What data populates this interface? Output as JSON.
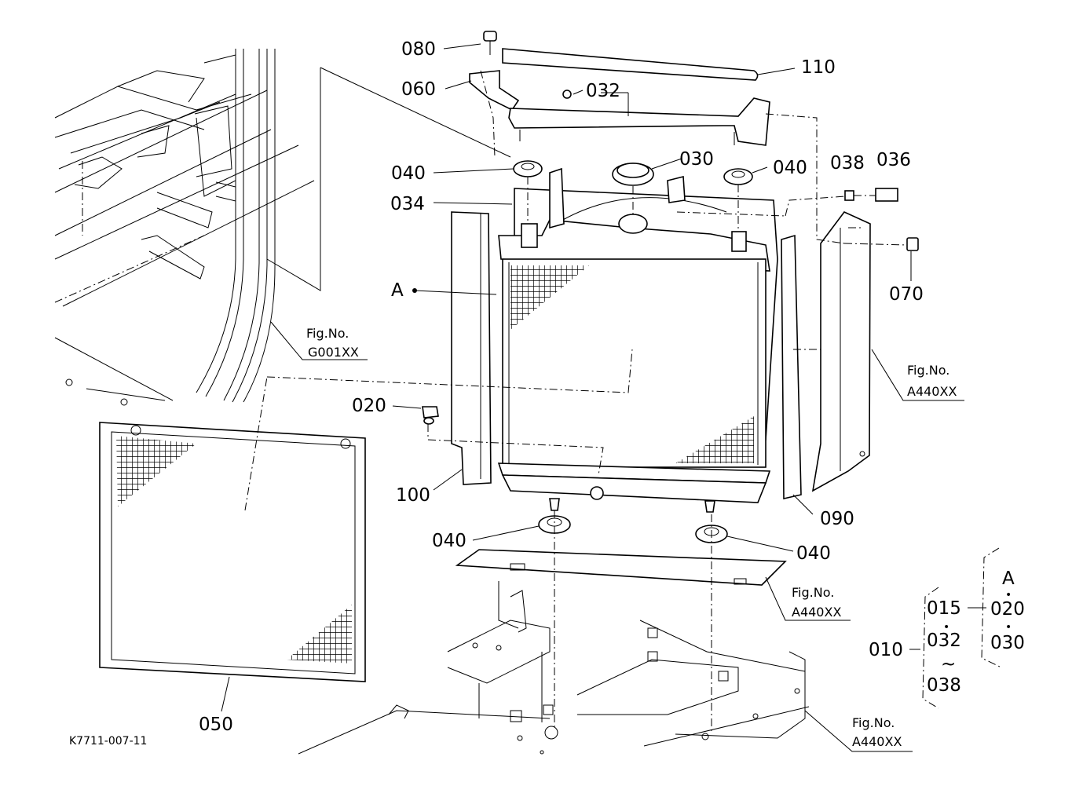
{
  "parts": {
    "p080": "080",
    "p060": "060",
    "p032": "032",
    "p110": "110",
    "p040a": "040",
    "p030": "030",
    "p040b": "040",
    "p038": "038",
    "p036": "036",
    "p034": "034",
    "p070": "070",
    "pA": "A",
    "p020": "020",
    "p100": "100",
    "p090": "090",
    "p040c": "040",
    "p040d": "040",
    "p050": "050"
  },
  "figrefs": [
    {
      "title": "Fig.No.",
      "code": "G001XX"
    },
    {
      "title": "Fig.No.",
      "code": "A440XX"
    },
    {
      "title": "Fig.No.",
      "code": "A440XX"
    },
    {
      "title": "Fig.No.",
      "code": "A440XX"
    }
  ],
  "legend": {
    "assembly": "010",
    "col1": [
      "015",
      "032",
      "038"
    ],
    "col1_sep": [
      "•",
      "~"
    ],
    "col2_head": "A",
    "col2": [
      "020",
      "030"
    ],
    "col2_sep": "•"
  },
  "drawing_code": "K7711-007-11"
}
